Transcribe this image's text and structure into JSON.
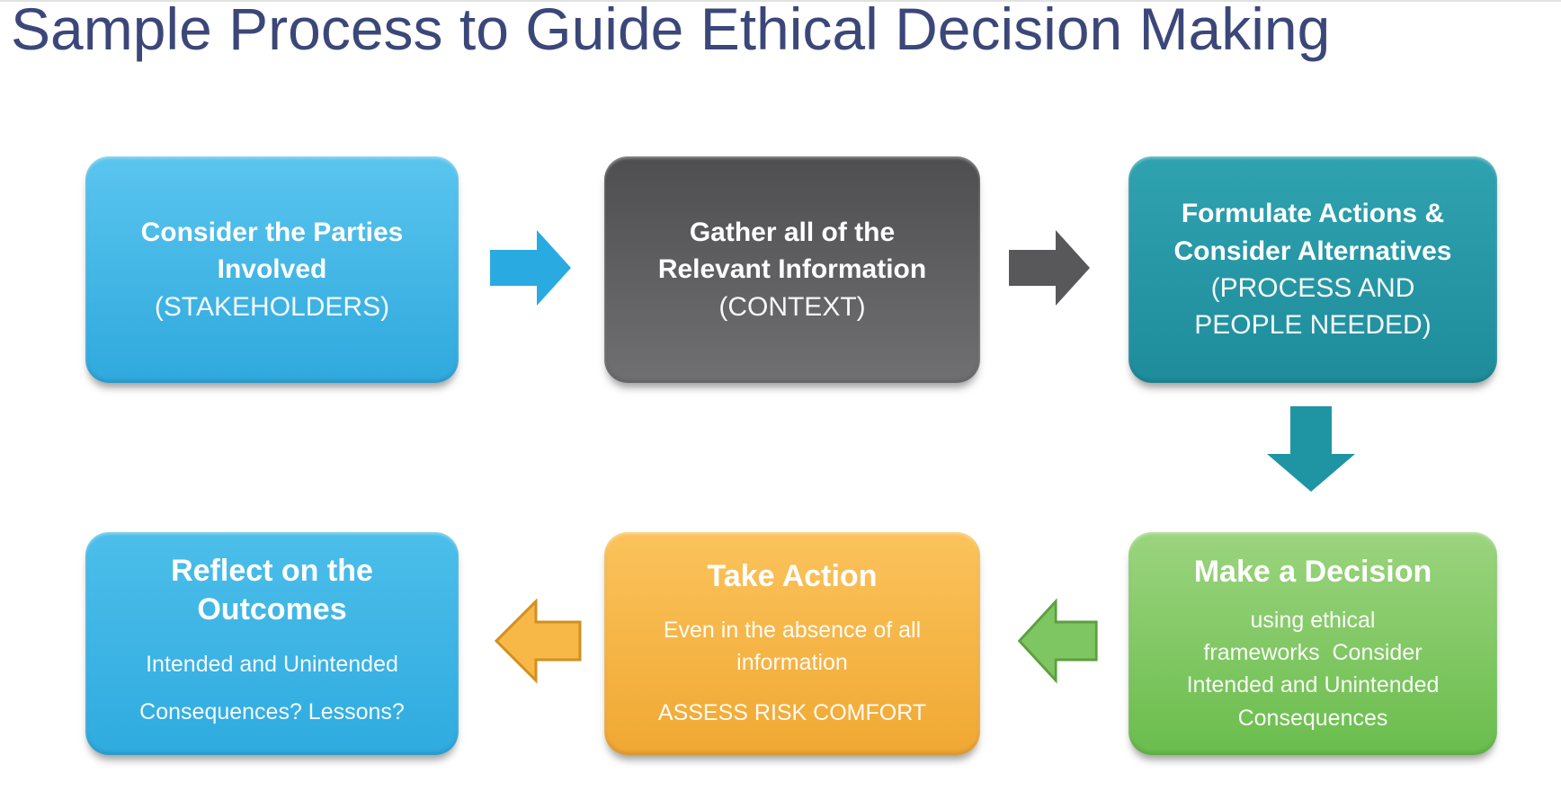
{
  "title": "Sample Process to Guide Ethical Decision Making",
  "colors": {
    "title_text": "#3c4779",
    "blue_top": "#5ac5ef",
    "blue_bottom": "#2fa9dd",
    "blue2_top": "#4cbeea",
    "blue2_bottom": "#2fabdf",
    "gray_top": "#4e4e50",
    "gray_bottom": "#707072",
    "teal_top": "#2fa2b0",
    "teal_bottom": "#1e8c9b",
    "green_top": "#9bd47e",
    "green_bottom": "#6abd4d",
    "orange_top": "#fbc35c",
    "orange_bottom": "#f0a832",
    "arrow_blue": "#29abe2",
    "arrow_gray": "#58585a",
    "arrow_teal": "#1f95a4",
    "arrow_green_fill": "#7dc661",
    "arrow_green_stroke": "#5d9f3e",
    "arrow_orange_fill": "#f7b847",
    "arrow_orange_stroke": "#d29020"
  },
  "flow": {
    "step1": {
      "line1": "Consider the Parties",
      "line2": "Involved",
      "sub": "(STAKEHOLDERS)"
    },
    "step2": {
      "line1": "Gather all of the",
      "line2": "Relevant Information",
      "sub": "(CONTEXT)"
    },
    "step3": {
      "line1": "Formulate Actions &",
      "line2": "Consider Alternatives",
      "sub1": "(PROCESS AND",
      "sub2": "PEOPLE NEEDED)"
    },
    "step4": {
      "title": "Make a Decision",
      "body1": "using ethical",
      "body2": "frameworks  Consider",
      "body3": "Intended and Unintended",
      "body4": "Consequences"
    },
    "step5": {
      "title": "Take Action",
      "body1": "Even in the absence of all",
      "body2": "information",
      "body3": "ASSESS RISK COMFORT"
    },
    "step6": {
      "title1": "Reflect on the",
      "title2": "Outcomes",
      "body1": "Intended and Unintended",
      "body2": "Consequences? Lessons?"
    }
  }
}
